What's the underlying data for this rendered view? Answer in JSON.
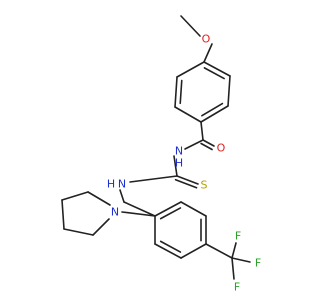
{
  "molecule": {
    "colors": {
      "bond": "#222222",
      "O": "#e02020",
      "N": "#2030d0",
      "S": "#b8a000",
      "F": "#2aa02a",
      "H": "#2030d0"
    },
    "labels": {
      "methoxy_O": "O",
      "carbonyl_O": "O",
      "amide_N": "N",
      "amide_H": "H",
      "thioamide_N": "N",
      "thioamide_H": "H",
      "thione_S": "S",
      "pyrrolidine_N": "N",
      "F_top": "F",
      "F_right": "F",
      "F_bottom": "F"
    }
  }
}
